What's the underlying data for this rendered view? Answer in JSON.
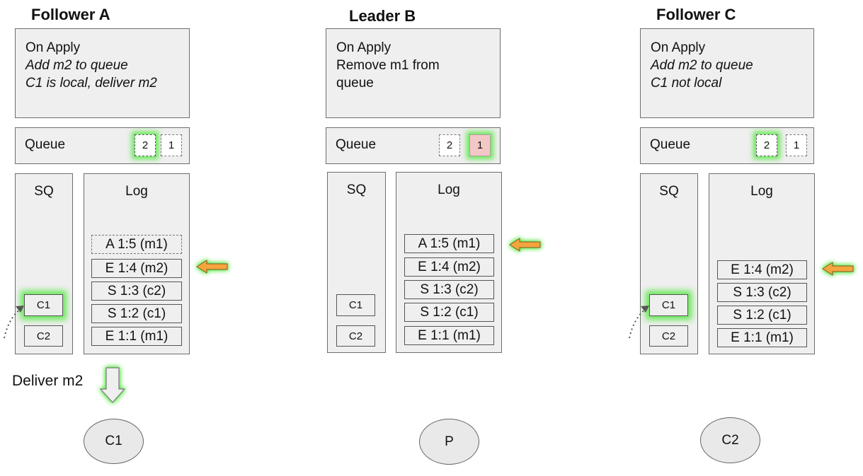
{
  "panels": [
    {
      "title": "Follower A",
      "apply": {
        "heading": "On Apply",
        "line1": "Add m2 to queue",
        "line2": "C1 is local, deliver m2"
      },
      "queue": {
        "label": "Queue",
        "items": [
          "2",
          "1"
        ]
      },
      "sq": {
        "label": "SQ",
        "items": [
          "C1",
          "C2"
        ]
      },
      "log": {
        "label": "Log",
        "entries": [
          "A 1:5 (m1)",
          "E 1:4 (m2)",
          "S 1:3 (c2)",
          "S 1:2 (c1)",
          "E 1:1 (m1)"
        ]
      },
      "node": "C1"
    },
    {
      "title": "Leader B",
      "apply": {
        "heading": "On Apply",
        "line1": "Remove m1 from",
        "line2": "queue"
      },
      "queue": {
        "label": "Queue",
        "items": [
          "2",
          "1"
        ]
      },
      "sq": {
        "label": "SQ",
        "items": [
          "C1",
          "C2"
        ]
      },
      "log": {
        "label": "Log",
        "entries": [
          "A 1:5 (m1)",
          "E 1:4 (m2)",
          "S 1:3 (c2)",
          "S 1:2 (c1)",
          "E 1:1 (m1)"
        ]
      },
      "node": "P"
    },
    {
      "title": "Follower C",
      "apply": {
        "heading": "On Apply",
        "line1": "Add m2 to queue",
        "line2": "C1 not local"
      },
      "queue": {
        "label": "Queue",
        "items": [
          "2",
          "1"
        ]
      },
      "sq": {
        "label": "SQ",
        "items": [
          "C1",
          "C2"
        ]
      },
      "log": {
        "label": "Log",
        "entries": [
          "E 1:4 (m2)",
          "S 1:3 (c2)",
          "S 1:2 (c1)",
          "E 1:1 (m1)"
        ]
      },
      "node": "C2"
    }
  ],
  "deliver_label": "Deliver m2",
  "colors": {
    "box_fill": "#efefef",
    "glow": "#50e63c",
    "arrow": "#f6a53c",
    "removed": "#f4c7c7"
  }
}
